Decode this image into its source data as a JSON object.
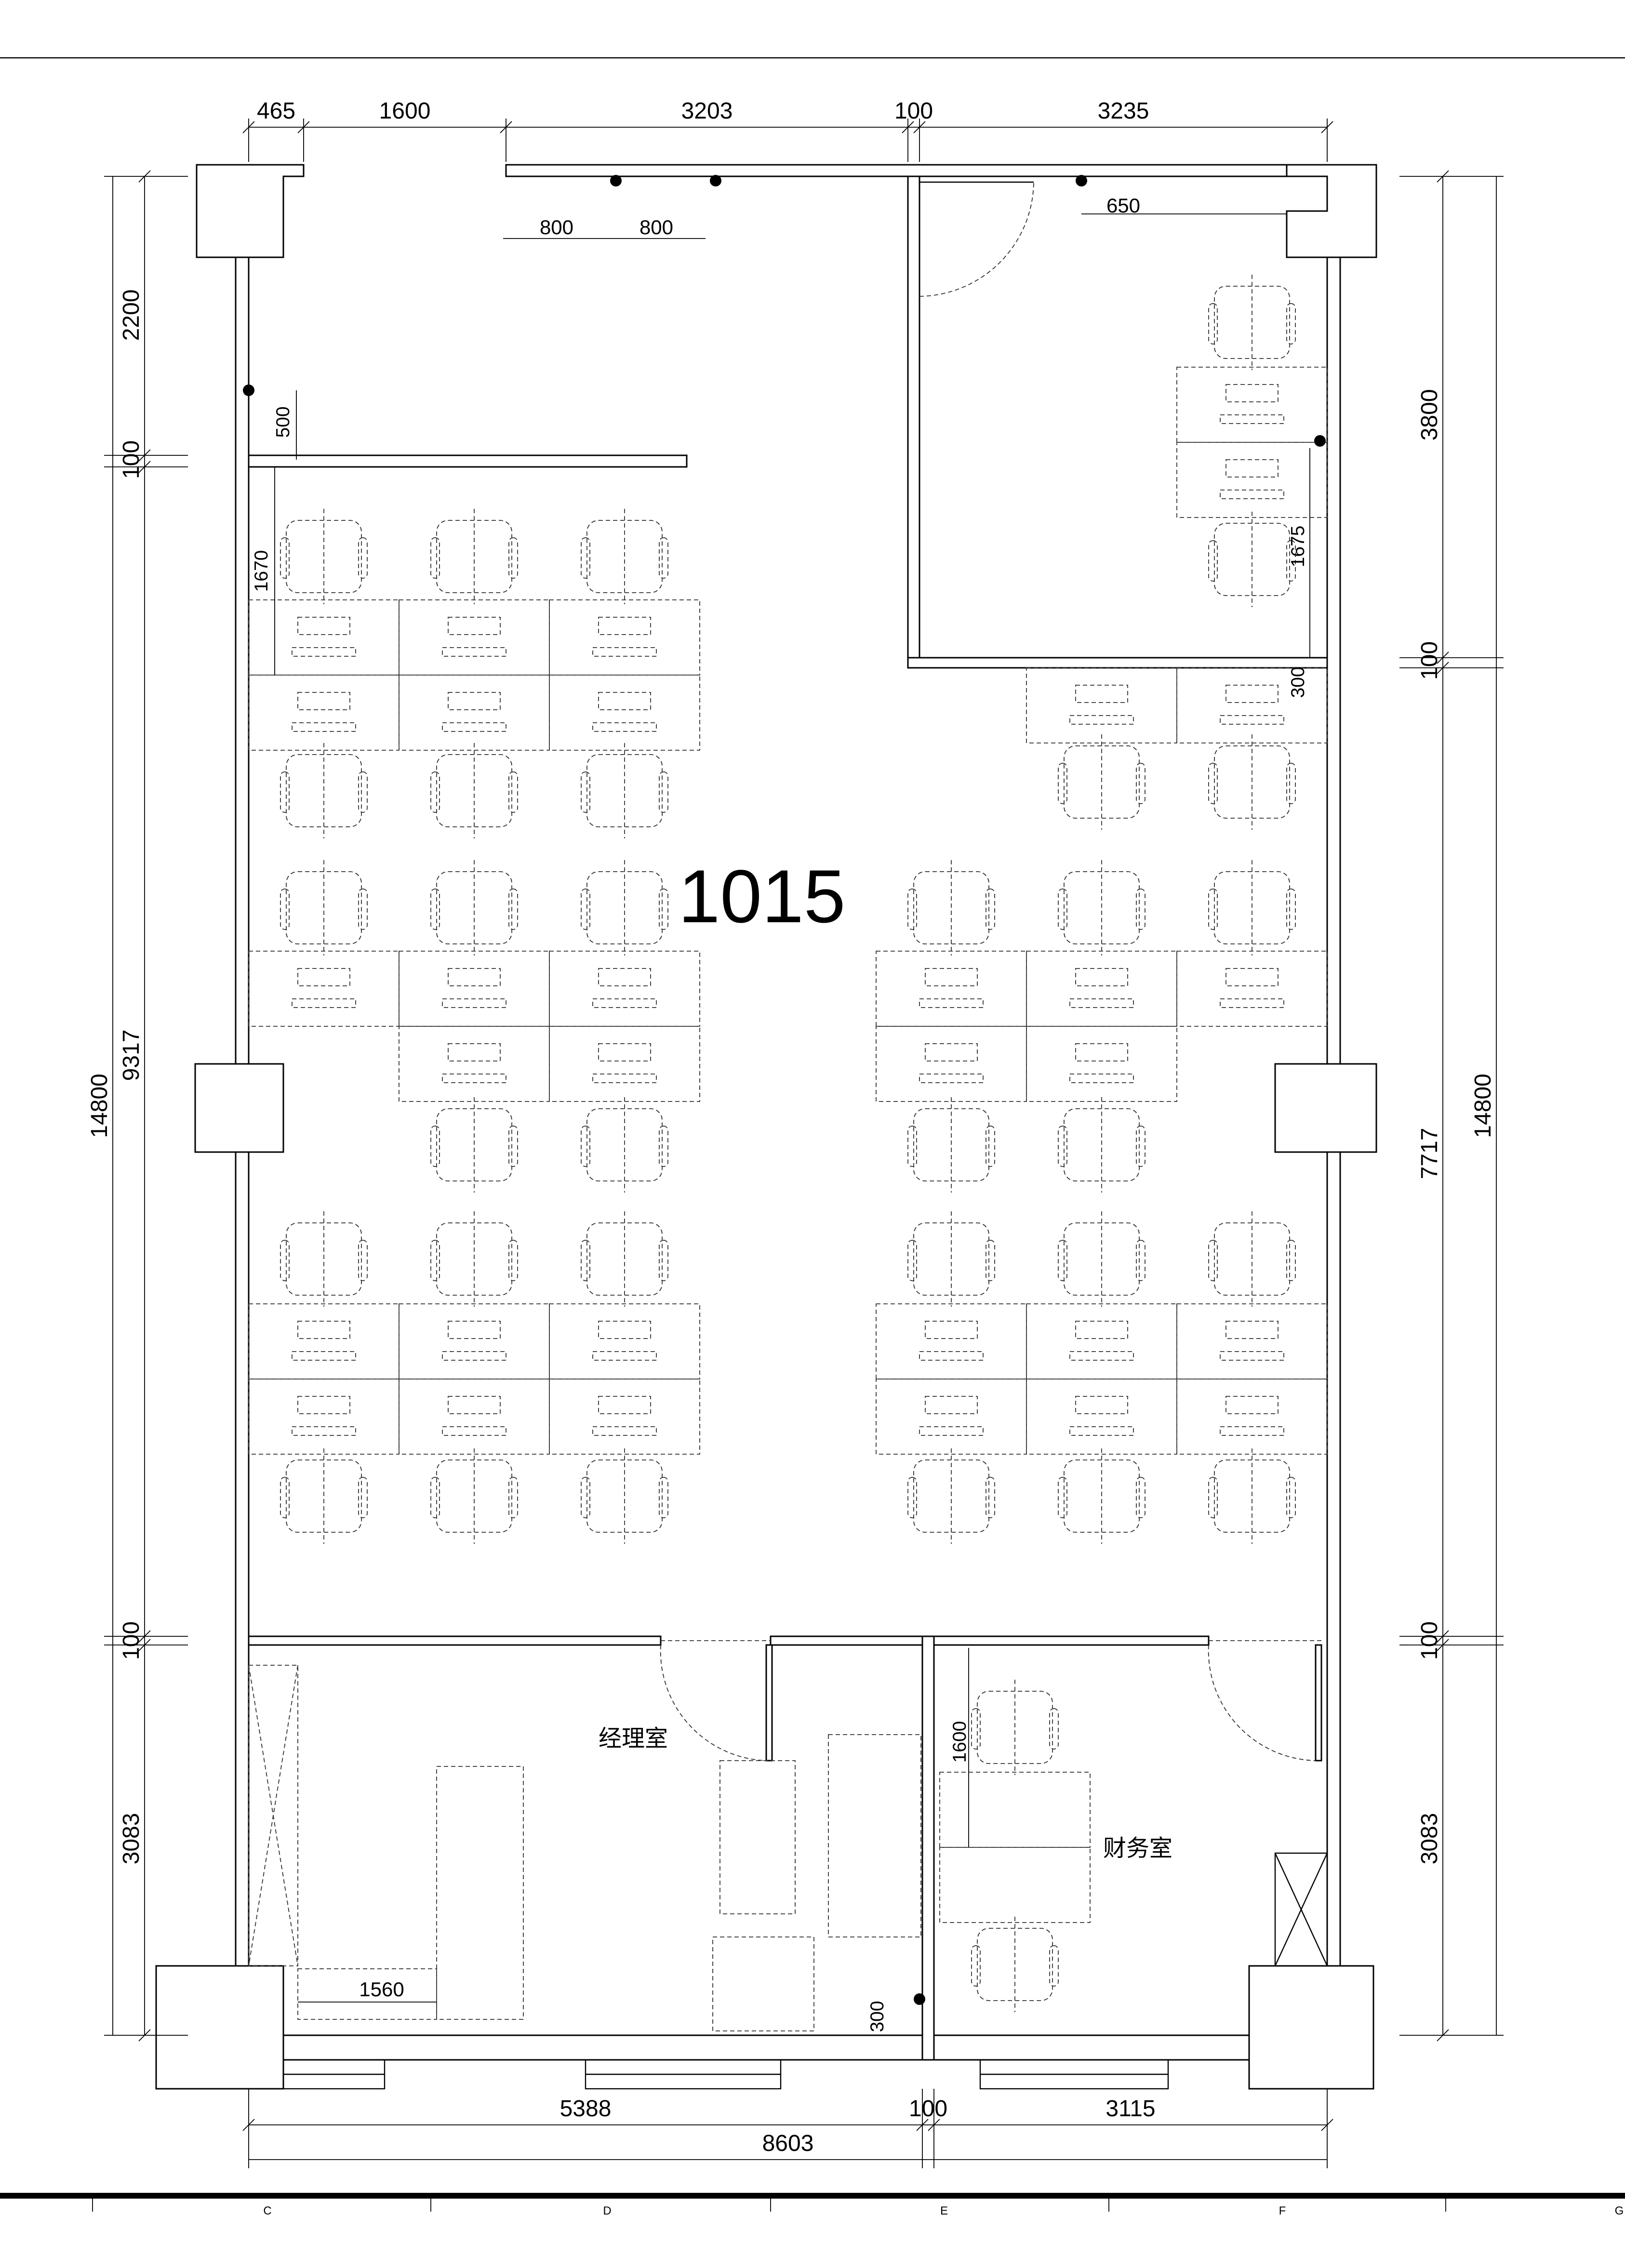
{
  "room_number": "1015",
  "rooms": {
    "manager": "经理室",
    "finance": "财务室"
  },
  "dimensions": {
    "top": [
      "465",
      "1600",
      "3203",
      "100",
      "3235"
    ],
    "left": [
      "2200",
      "100",
      "9317",
      "100",
      "3083"
    ],
    "left_total": "14800",
    "right": [
      "3800",
      "100",
      "7717",
      "100",
      "3083"
    ],
    "right_total": "14800",
    "bottom": [
      "5388",
      "100",
      "3115"
    ],
    "bottom_total": "8603",
    "internal": [
      "800",
      "800",
      "650",
      "500",
      "1670",
      "1675",
      "300",
      "1600",
      "1560",
      "300"
    ]
  },
  "grid_axes": [
    "C",
    "D",
    "E",
    "F",
    "G"
  ],
  "colors": {
    "line": "#000000",
    "background": "#ffffff"
  }
}
